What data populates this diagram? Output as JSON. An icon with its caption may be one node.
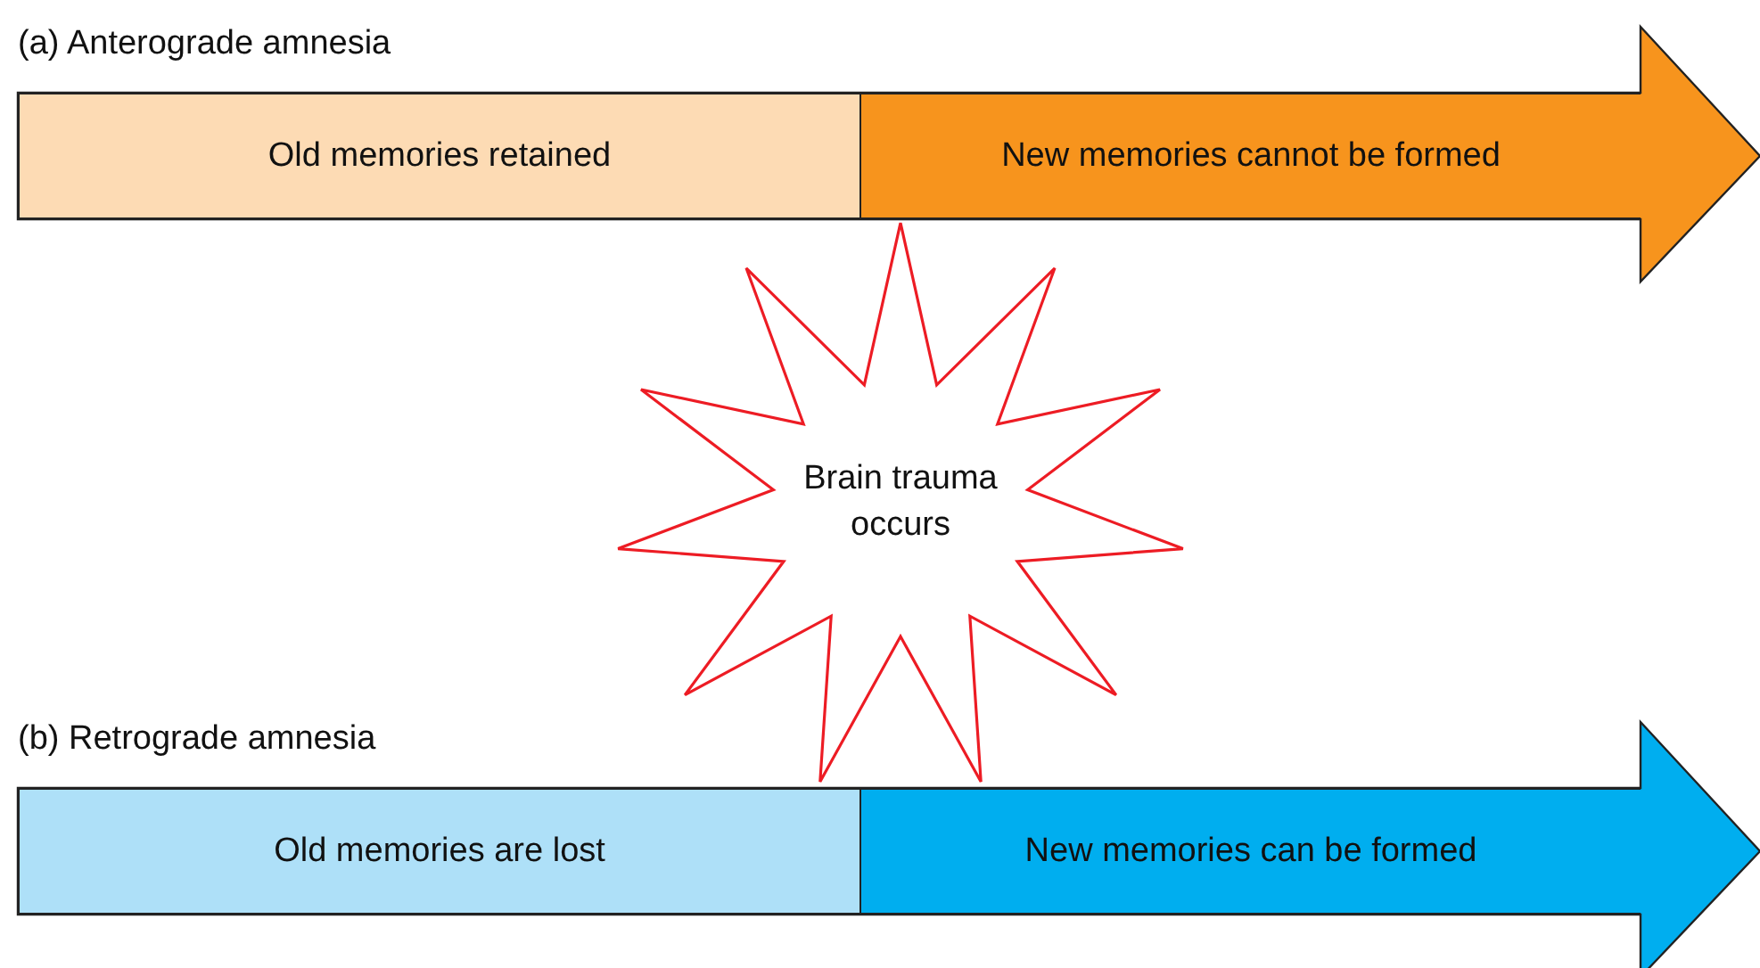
{
  "diagram": {
    "nodes": [
      {
        "text": [
          "(a) Anterograde amnesia"
        ]
      },
      {
        "text": [
          "Old memories retained"
        ],
        "in": 0
      },
      {
        "text": [
          "New memories cannot be formed"
        ],
        "in": 0
      },
      {
        "text": [
          "Brain trauma occurs"
        ]
      },
      {
        "text": [
          "(b) Retrograde amnesia"
        ]
      },
      {
        "text": [
          "Old memories are lost"
        ],
        "in": 4
      },
      {
        "text": [
          "New memories can be formed"
        ],
        "in": 4
      }
    ],
    "edges": []
  }
}
